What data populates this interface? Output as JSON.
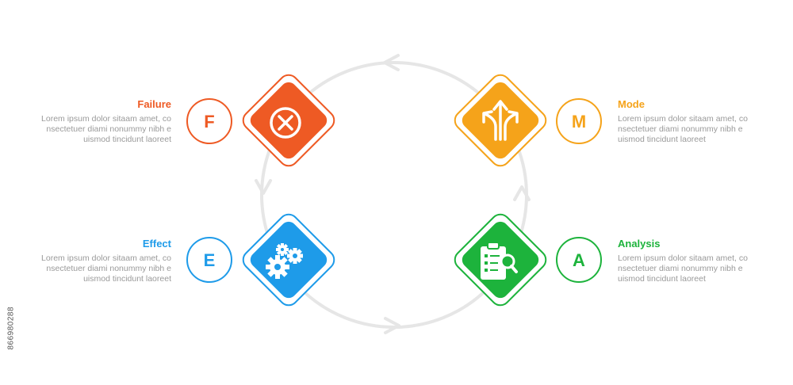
{
  "diagram": {
    "steps": [
      {
        "key": "failure",
        "letter": "F",
        "title": "Failure",
        "color": "#ee5a24",
        "desc": [
          "Lorem ipsum dolor sitaam amet, co",
          "nsectetuer diami nonummy  nibh e",
          "uismod tincidunt laoreet"
        ],
        "icon": "x-circle-icon"
      },
      {
        "key": "mode",
        "letter": "M",
        "title": "Mode",
        "color": "#f5a31a",
        "desc": [
          "Lorem ipsum dolor sitaam amet, co",
          "nsectetuer diami nonummy  nibh e",
          "uismod tincidunt laoreet"
        ],
        "icon": "split-arrows-icon"
      },
      {
        "key": "effect",
        "letter": "E",
        "title": "Effect",
        "color": "#1e9be9",
        "desc": [
          "Lorem ipsum dolor sitaam amet, co",
          "nsectetuer diami nonummy  nibh e",
          "uismod tincidunt laoreet"
        ],
        "icon": "gears-icon"
      },
      {
        "key": "analysis",
        "letter": "A",
        "title": "Analysis",
        "color": "#1db33c",
        "desc": [
          "Lorem ipsum dolor sitaam amet, co",
          "nsectetuer diami nonummy  nibh e",
          "uismod tincidunt laoreet"
        ],
        "icon": "clipboard-search-icon"
      }
    ],
    "cycle_color": "#e6e6e6"
  },
  "stock_id": "866980288"
}
